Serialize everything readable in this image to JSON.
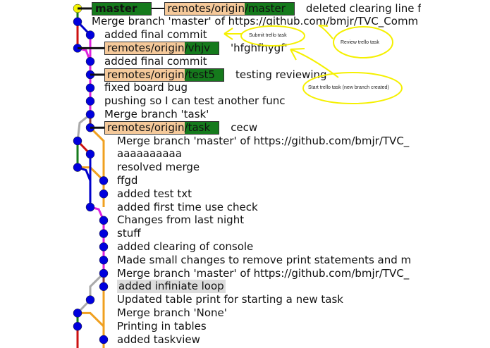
{
  "colors": {
    "dot": "#0000dd",
    "head_dot": "#f4f400",
    "local_branch": "#157a1c",
    "remote_prefix": "#f5c99a",
    "annotation": "#f5f000"
  },
  "commits": [
    {
      "refs": [
        {
          "local": true,
          "name": "master"
        },
        {
          "prefix": "remotes/origin",
          "name": "/master"
        }
      ],
      "message": "deleted clearing line fo"
    },
    {
      "message": "Merge branch 'master' of https://github.com/bmjr/TVC_Comm"
    },
    {
      "message": "added final commit"
    },
    {
      "refs": [
        {
          "prefix": "remotes/origin",
          "name": "/vhjv"
        }
      ],
      "message": "'hfghfhygf'"
    },
    {
      "message": "added final commit"
    },
    {
      "refs": [
        {
          "prefix": "remotes/origin",
          "name": "/test5"
        }
      ],
      "message": "testing reviewing"
    },
    {
      "message": "fixed board bug"
    },
    {
      "message": "pushing so I can test another func"
    },
    {
      "message": "Merge branch 'task'"
    },
    {
      "refs": [
        {
          "prefix": "remotes/origin",
          "name": "/task"
        }
      ],
      "message": "cecw"
    },
    {
      "message": "Merge branch 'master' of https://github.com/bmjr/TVC_"
    },
    {
      "message": "aaaaaaaaaa"
    },
    {
      "message": "resolved merge"
    },
    {
      "message": "ffgd"
    },
    {
      "message": "added test txt"
    },
    {
      "message": "added first time use check"
    },
    {
      "message": "Changes from last night"
    },
    {
      "message": "stuff"
    },
    {
      "message": "added clearing of console"
    },
    {
      "message": "Made small changes to remove print statements and m"
    },
    {
      "message": "Merge branch 'master' of https://github.com/bmjr/TVC_"
    },
    {
      "message": "added infiniate loop",
      "selected": true
    },
    {
      "message": "Updated table print for starting a new task"
    },
    {
      "message": "Merge branch 'None'"
    },
    {
      "message": "Printing in tables"
    },
    {
      "message": "added taskview"
    }
  ],
  "annotations": {
    "submit": "Submit trello task",
    "review": "Review trello task",
    "start": "Start trello task (new branch created)"
  }
}
